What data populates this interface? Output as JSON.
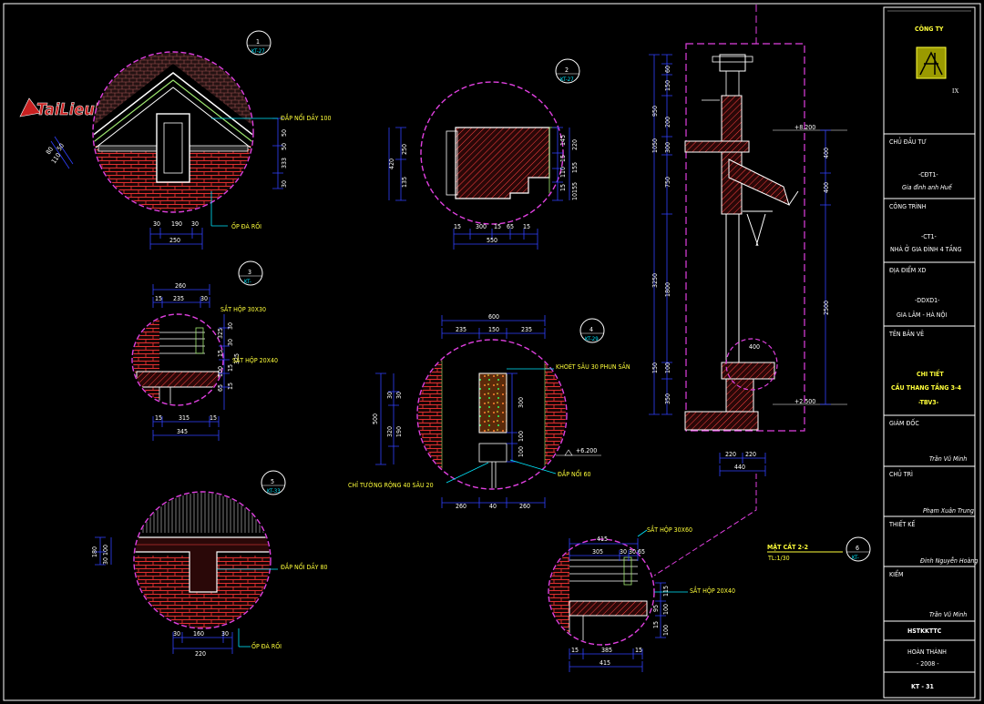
{
  "watermark": "TaiLieuKienTruc.Net",
  "details": {
    "d1": {
      "num": "1",
      "ref": "KT-27",
      "labels": [
        "ĐẮP NỔI DẦY 100",
        "ỐP ĐÁ RỐI"
      ],
      "dims": [
        "30",
        "190",
        "30",
        "250",
        "50",
        "50",
        "333",
        "30",
        "80",
        "50",
        "110"
      ]
    },
    "d2": {
      "num": "2",
      "ref": "KT-27",
      "dims": [
        "15",
        "300",
        "15",
        "65",
        "15",
        "550",
        "250",
        "420",
        "135",
        "145",
        "220",
        "15",
        "155",
        "110",
        "15",
        "155",
        "10"
      ]
    },
    "d3": {
      "num": "3",
      "ref": "KT-",
      "labels": [
        "SẮT HỘP 30X30",
        "SẮT HỘP 20X40"
      ],
      "dims": [
        "260",
        "15",
        "235",
        "30",
        "15",
        "315",
        "15",
        "345",
        "30",
        "325",
        "30",
        "15",
        "100",
        "15",
        "65",
        "15",
        "325"
      ]
    },
    "d4": {
      "num": "4",
      "ref": "KT-29",
      "labels": [
        "KHOÉT SÂU 30 PHUN SẦN",
        "+6.200",
        "ĐẮP NỔI 60",
        "CHỈ TƯỜNG RỘNG 40 SÂU 20"
      ],
      "dims": [
        "600",
        "235",
        "150",
        "235",
        "500",
        "300",
        "100",
        "100",
        "260",
        "40",
        "260",
        "320",
        "30",
        "30",
        "190"
      ]
    },
    "d5": {
      "num": "5",
      "ref": "KT-33",
      "labels": [
        "ĐẮP NỔI DẦY 80",
        "ỐP ĐÁ RỐI"
      ],
      "dims": [
        "180",
        "100",
        "30",
        "30",
        "160",
        "30",
        "220"
      ]
    },
    "d6": {
      "num": "6",
      "ref": "KT-",
      "labels": [
        "SẮT HỘP 30X60",
        "SẮT HỘP 20X40"
      ],
      "dims": [
        "415",
        "305",
        "30",
        "30",
        "65",
        "15",
        "385",
        "15",
        "415",
        "115",
        "95",
        "100",
        "15",
        "100"
      ]
    }
  },
  "section": {
    "title": "MẶT CẮT 2-2",
    "scale": "TL:1/30",
    "levels": [
      "+8.200",
      "+2.500"
    ],
    "left_dims": [
      "60",
      "150",
      "200",
      "300",
      "950",
      "1050",
      "750",
      "1800",
      "3250",
      "100",
      "150",
      "350"
    ],
    "right_dims": [
      "400",
      "400",
      "2500"
    ],
    "bottom_dims": [
      "220",
      "220",
      "440"
    ],
    "marker": "400"
  },
  "title_block": {
    "company": "CÔNG TY",
    "logo_suffix": "IX",
    "owner_label": "CHỦ ĐẦU TƯ",
    "owner_code": "-CĐT1-",
    "owner_name": "Gia đình anh Huế",
    "project_label": "CÔNG TRÌNH",
    "project_code": "-CT1-",
    "project_name": "NHÀ Ở GIA ĐÌNH 4 TẦNG",
    "location_label": "ĐỊA ĐIỂM XD",
    "location_code": "-DDXD1-",
    "location_name": "GIA LÂM - HÀ NỘI",
    "drawing_label": "TÊN BẢN VẼ",
    "drawing_name1": "CHI TIẾT",
    "drawing_name2": "CẦU THANG TẦNG 3-4",
    "drawing_code": "-TBV3-",
    "director_label": "GIÁM ĐỐC",
    "director_name": "Trần Vũ Minh",
    "lead_label": "CHỦ TRÌ",
    "lead_name": "Phạm Xuân Trung",
    "designer_label": "THIẾT KẾ",
    "designer_name": "Đinh Nguyễn Hoàng",
    "checker_label": "KIỂM",
    "checker_name": "Trần Vũ Minh",
    "code": "HSTKKTTC",
    "status_label": "HOÀN THÀNH",
    "year": "- 2008 -",
    "sheet": "KT - 31"
  },
  "colors": {
    "magenta": "#e040e0",
    "yellow": "#ffff3a",
    "blue": "#3040ff",
    "red": "#ff3030",
    "green": "#50e050",
    "cyan": "#00e8ff"
  }
}
